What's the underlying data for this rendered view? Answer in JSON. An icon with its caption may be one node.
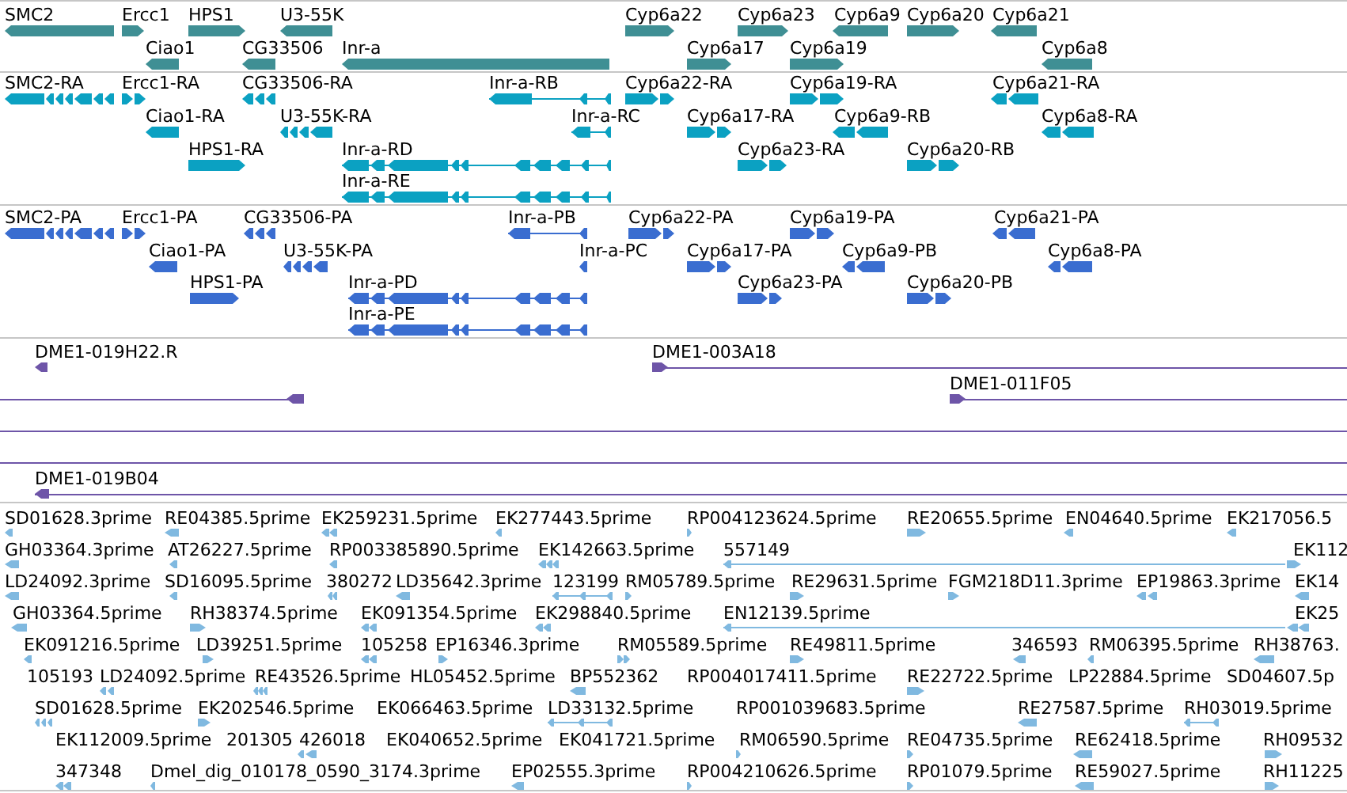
{
  "diagram": {
    "nodes": [
      {
        "text": [
          "SMC2"
        ]
      },
      {
        "text": [
          "Ercc1"
        ]
      },
      {
        "text": [
          "HPS1"
        ]
      },
      {
        "text": [
          "U3-55K"
        ]
      },
      {
        "text": [
          "Cyp6a22"
        ]
      },
      {
        "text": [
          "Cyp6a23"
        ]
      },
      {
        "text": [
          "Cyp6a9"
        ]
      },
      {
        "text": [
          "Cyp6a20"
        ]
      },
      {
        "text": [
          "Cyp6a21"
        ]
      },
      {
        "text": [
          "Ciao1"
        ]
      },
      {
        "text": [
          "CG33506"
        ]
      },
      {
        "text": [
          "Inr-a"
        ]
      },
      {
        "text": [
          "Cyp6a17"
        ]
      },
      {
        "text": [
          "Cyp6a19"
        ]
      },
      {
        "text": [
          "Cyp6a8"
        ]
      },
      {
        "text": [
          "SMC2-RA"
        ]
      },
      {
        "text": [
          "Ercc1-RA"
        ]
      },
      {
        "text": [
          "CG33506-RA"
        ]
      },
      {
        "text": [
          "Inr-a-RB"
        ]
      },
      {
        "text": [
          "Cyp6a22-RA"
        ]
      },
      {
        "text": [
          "Cyp6a19-RA"
        ]
      },
      {
        "text": [
          "Cyp6a21-RA"
        ]
      },
      {
        "text": [
          "Ciao1-RA"
        ]
      },
      {
        "text": [
          "U3-55K-RA"
        ]
      },
      {
        "text": [
          "Inr-a-RC"
        ]
      },
      {
        "text": [
          "Cyp6a17-RA"
        ]
      },
      {
        "text": [
          "Cyp6a9-RB"
        ]
      },
      {
        "text": [
          "Cyp6a8-RA"
        ]
      },
      {
        "text": [
          "HPS1-RA"
        ]
      },
      {
        "text": [
          "Inr-a-RD"
        ]
      },
      {
        "text": [
          "Cyp6a23-RA"
        ]
      },
      {
        "text": [
          "Cyp6a20-RB"
        ]
      },
      {
        "text": [
          "Inr-a-RE"
        ]
      },
      {
        "text": [
          "SMC2-PA"
        ]
      },
      {
        "text": [
          "Ercc1-PA"
        ]
      },
      {
        "text": [
          "CG33506-PA"
        ]
      },
      {
        "text": [
          "Inr-a-PB"
        ]
      },
      {
        "text": [
          "Cyp6a22-PA"
        ]
      },
      {
        "text": [
          "Cyp6a19-PA"
        ]
      },
      {
        "text": [
          "Cyp6a21-PA"
        ]
      },
      {
        "text": [
          "Ciao1-PA"
        ]
      },
      {
        "text": [
          "U3-55K-PA"
        ]
      },
      {
        "text": [
          "Inr-a-PC"
        ]
      },
      {
        "text": [
          "Cyp6a17-PA"
        ]
      },
      {
        "text": [
          "Cyp6a9-PB"
        ]
      },
      {
        "text": [
          "Cyp6a8-PA"
        ]
      },
      {
        "text": [
          "HPS1-PA"
        ]
      },
      {
        "text": [
          "Inr-a-PD"
        ]
      },
      {
        "text": [
          "Cyp6a23-PA"
        ]
      },
      {
        "text": [
          "Cyp6a20-PB"
        ]
      },
      {
        "text": [
          "Inr-a-PE"
        ]
      },
      {
        "text": [
          "DME1-019H22.R"
        ]
      },
      {
        "text": [
          "DME1-003A18"
        ]
      },
      {
        "text": [],
        "shape": "line"
      },
      {
        "text": [
          "DME1-011F05"
        ]
      },
      {
        "text": [],
        "shape": "line"
      },
      {
        "text": [],
        "shape": "line"
      },
      {
        "text": [
          "DME1-019B04"
        ]
      },
      {
        "text": [
          "SD01628.3prime"
        ]
      },
      {
        "text": [
          "RE04385.5prime"
        ]
      },
      {
        "text": [
          "EK259231.5prime"
        ]
      },
      {
        "text": [
          "EK277443.5prime"
        ]
      },
      {
        "text": [
          "RP004123624.5prime"
        ]
      },
      {
        "text": [
          "RE20655.5prime"
        ]
      },
      {
        "text": [
          "EN04640.5prime"
        ]
      },
      {
        "text": [
          "EK217056.5"
        ]
      },
      {
        "text": [
          "GH03364.3prime"
        ]
      },
      {
        "text": [
          "AT26227.5prime"
        ]
      },
      {
        "text": [
          "RP003385890.5prime"
        ]
      },
      {
        "text": [
          "EK142663.5prime"
        ]
      },
      {
        "text": [
          "557149"
        ]
      },
      {
        "text": [
          "EK112"
        ]
      },
      {
        "text": [
          "LD24092.3prime"
        ]
      },
      {
        "text": [
          "SD16095.5prime"
        ]
      },
      {
        "text": [
          "380272"
        ]
      },
      {
        "text": [
          "LD35642.3prime"
        ]
      },
      {
        "text": [
          "123199"
        ]
      },
      {
        "text": [
          "RM05789.5prime"
        ]
      },
      {
        "text": [
          "RE29631.5prime"
        ]
      },
      {
        "text": [
          "FGM218D11.3prime"
        ]
      },
      {
        "text": [
          "EP19863.3prime"
        ]
      },
      {
        "text": [
          "EK14"
        ]
      },
      {
        "text": [
          "GH03364.5prime"
        ]
      },
      {
        "text": [
          "RH38374.5prime"
        ]
      },
      {
        "text": [
          "EK091354.5prime"
        ]
      },
      {
        "text": [
          "EK298840.5prime"
        ]
      },
      {
        "text": [
          "EN12139.5prime"
        ]
      },
      {
        "text": [
          "EK25"
        ]
      },
      {
        "text": [
          "EK091216.5prime"
        ]
      },
      {
        "text": [
          "LD39251.5prime"
        ]
      },
      {
        "text": [
          "105258"
        ]
      },
      {
        "text": [
          "EP16346.3prime"
        ]
      },
      {
        "text": [
          "RM05589.5prime"
        ]
      },
      {
        "text": [
          "RE49811.5prime"
        ]
      },
      {
        "text": [
          "346593"
        ]
      },
      {
        "text": [
          "RM06395.5prime"
        ]
      },
      {
        "text": [
          "RH38763."
        ]
      },
      {
        "text": [
          "105193"
        ]
      },
      {
        "text": [
          "LD24092.5prime"
        ]
      },
      {
        "text": [
          "RE43526.5prime"
        ]
      },
      {
        "text": [
          "HL05452.5prime"
        ]
      },
      {
        "text": [
          "BP552362"
        ]
      },
      {
        "text": [
          "RP004017411.5prime"
        ]
      },
      {
        "text": [
          "RE22722.5prime"
        ]
      },
      {
        "text": [
          "LP22884.5prime"
        ]
      },
      {
        "text": [
          "SD04607.5p"
        ]
      },
      {
        "text": [
          "SD01628.5prime"
        ]
      },
      {
        "text": [
          "EK202546.5prime"
        ]
      },
      {
        "text": [
          "EK066463.5prime"
        ]
      },
      {
        "text": [
          "LD33132.5prime"
        ]
      },
      {
        "text": [
          "RP001039683.5prime"
        ]
      },
      {
        "text": [
          "RE27587.5prime"
        ]
      },
      {
        "text": [
          "RH03019.5prime"
        ]
      },
      {
        "text": [
          "EK112009.5prime"
        ]
      },
      {
        "text": [
          "201305"
        ]
      },
      {
        "text": [
          "426018"
        ]
      },
      {
        "text": [
          "EK040652.5prime"
        ]
      },
      {
        "text": [
          "EK041721.5prime"
        ]
      },
      {
        "text": [
          "RM06590.5prime"
        ]
      },
      {
        "text": [
          "RE04735.5prime"
        ]
      },
      {
        "text": [
          "RE62418.5prime"
        ]
      },
      {
        "text": [
          "RH09532"
        ]
      },
      {
        "text": [
          "347348"
        ]
      },
      {
        "text": [
          "Dmel_dig_010178_0590_3174.3prime"
        ]
      },
      {
        "text": [
          "EP02555.3prime"
        ]
      },
      {
        "text": [
          "RP004210626.5prime"
        ]
      },
      {
        "text": [
          "RP01079.5prime"
        ]
      },
      {
        "text": [
          "RE59027.5prime"
        ]
      },
      {
        "text": [
          "RH11225"
        ]
      }
    ]
  }
}
